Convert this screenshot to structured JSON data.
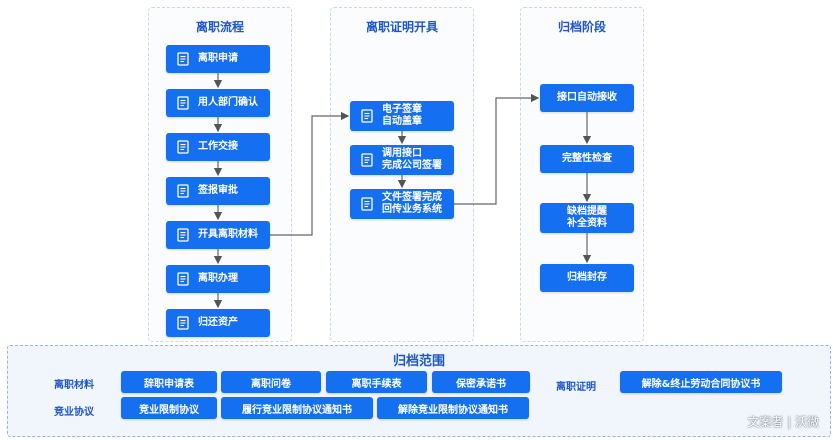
{
  "columns": [
    {
      "title": "离职流程",
      "steps": [
        "离职申请",
        "用人部门确认",
        "工作交接",
        "签报审批",
        "开具离职材料",
        "离职办理",
        "归还资产"
      ]
    },
    {
      "title": "离职证明开具",
      "steps": [
        "电子签章\n自动盖章",
        "调用接口\n完成公司签署",
        "文件签署完成\n回传业务系统"
      ]
    },
    {
      "title": "归档阶段",
      "steps": [
        "接口自动接收",
        "完整性检查",
        "缺档提醒\n补全资料",
        "归档封存"
      ]
    }
  ],
  "range": {
    "title": "归档范围",
    "groups": [
      {
        "label": "离职材料",
        "docs": [
          "辞职申请表",
          "离职问卷",
          "离职手续表",
          "保密承诺书"
        ]
      },
      {
        "label": "竞业协议",
        "docs": [
          "竞业限制协议",
          "履行竞业限制协议通知书",
          "解除竞业限制协议通知书"
        ]
      },
      {
        "label": "离职证明",
        "docs": [
          "解除&终止劳动合同协议书"
        ]
      }
    ]
  },
  "watermark": "文案者 | 沃微",
  "colors": {
    "box": "#1470f0",
    "title": "#1e56c8",
    "arrow": "#555555"
  },
  "icons": {
    "step_icon": "document-icon"
  }
}
